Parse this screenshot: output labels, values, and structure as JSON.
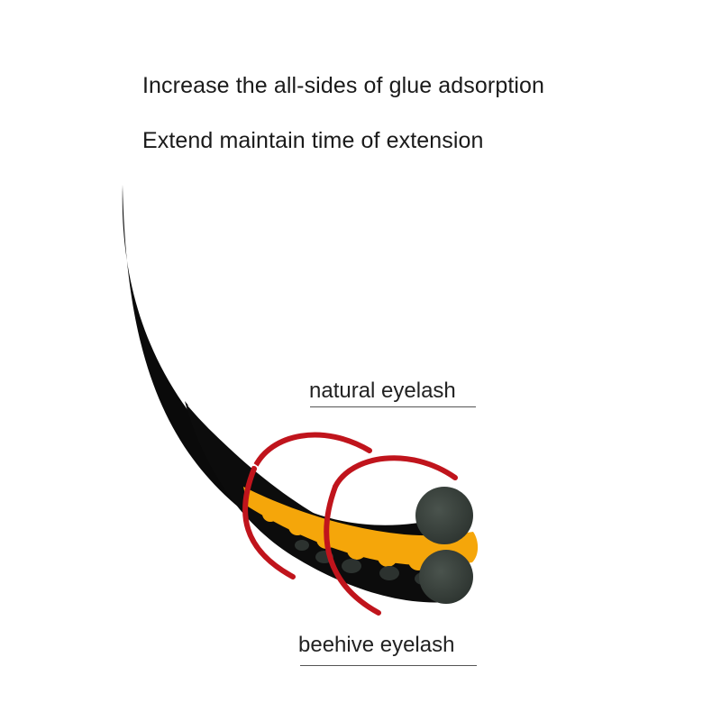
{
  "headlines": {
    "line1": "Increase the all-sides of glue adsorption",
    "line2": "Extend maintain time of extension"
  },
  "labels": {
    "natural": "natural eyelash",
    "beehive": "beehive eyelash"
  },
  "colors": {
    "lash": "#0c0c0c",
    "lash_end": "#3d4540",
    "glue": "#f5a60a",
    "ring": "#c0141c",
    "text": "#1a1a1a"
  }
}
